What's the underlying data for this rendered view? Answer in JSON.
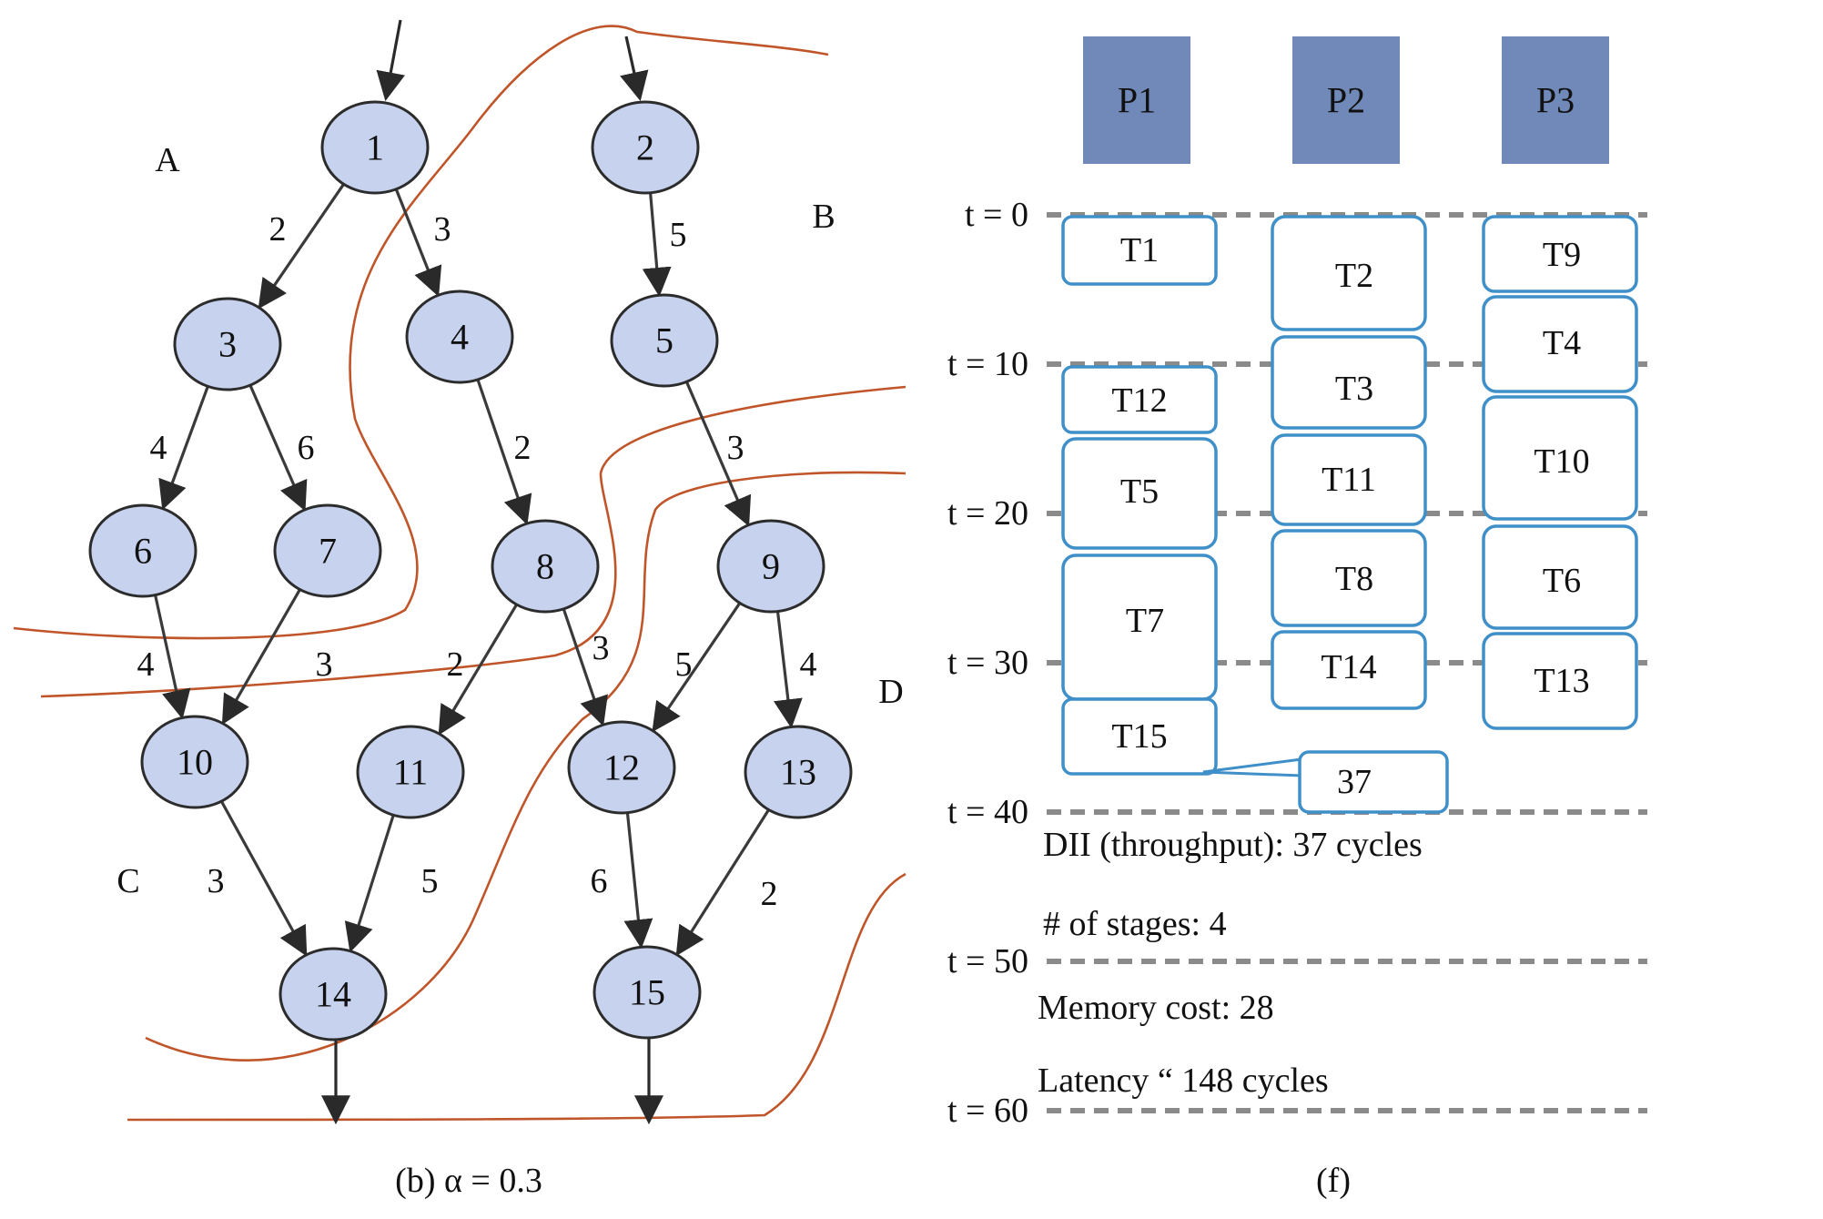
{
  "left_panel": {
    "caption": "(b) α = 0.3",
    "regions": [
      "A",
      "B",
      "C",
      "D"
    ],
    "nodes": [
      "1",
      "2",
      "3",
      "4",
      "5",
      "6",
      "7",
      "8",
      "9",
      "10",
      "11",
      "12",
      "13",
      "14",
      "15"
    ],
    "edges": [
      {
        "from": "1",
        "to": "3",
        "weight": "2"
      },
      {
        "from": "1",
        "to": "4",
        "weight": "3"
      },
      {
        "from": "2",
        "to": "5",
        "weight": "5"
      },
      {
        "from": "3",
        "to": "6",
        "weight": "4"
      },
      {
        "from": "3",
        "to": "7",
        "weight": "6"
      },
      {
        "from": "4",
        "to": "8",
        "weight": "2"
      },
      {
        "from": "5",
        "to": "9",
        "weight": "3"
      },
      {
        "from": "6",
        "to": "10",
        "weight": "4"
      },
      {
        "from": "7",
        "to": "10",
        "weight": "3"
      },
      {
        "from": "8",
        "to": "11",
        "weight": "2"
      },
      {
        "from": "8",
        "to": "12",
        "weight": "3"
      },
      {
        "from": "9",
        "to": "12",
        "weight": "5"
      },
      {
        "from": "9",
        "to": "13",
        "weight": "4"
      },
      {
        "from": "10",
        "to": "14",
        "weight": "3"
      },
      {
        "from": "11",
        "to": "14",
        "weight": "5"
      },
      {
        "from": "12",
        "to": "15",
        "weight": "6"
      },
      {
        "from": "13",
        "to": "15",
        "weight": "2"
      }
    ]
  },
  "right_panel": {
    "caption": "(f)",
    "processors": [
      "P1",
      "P2",
      "P3"
    ],
    "time_labels": [
      "t = 0",
      "t = 10",
      "t = 20",
      "t = 30",
      "t = 40",
      "t = 50",
      "t = 60"
    ],
    "tasks": {
      "P1": [
        "T1",
        "T12",
        "T5",
        "T7",
        "T15"
      ],
      "P2": [
        "T2",
        "T3",
        "T11",
        "T8",
        "T14"
      ],
      "P3": [
        "T9",
        "T4",
        "T10",
        "T6",
        "T13"
      ]
    },
    "callout": "37",
    "stats": {
      "dii": "DII (throughput): 37 cycles",
      "stages": "# of stages: 4",
      "memory": "Memory cost: 28",
      "latency": "Latency “ 148 cycles"
    },
    "colors": {
      "processor_fill": "#7089b8",
      "task_border": "#3f8fc9",
      "node_fill": "#c7d3ee",
      "cut_line": "#c0552a"
    }
  }
}
